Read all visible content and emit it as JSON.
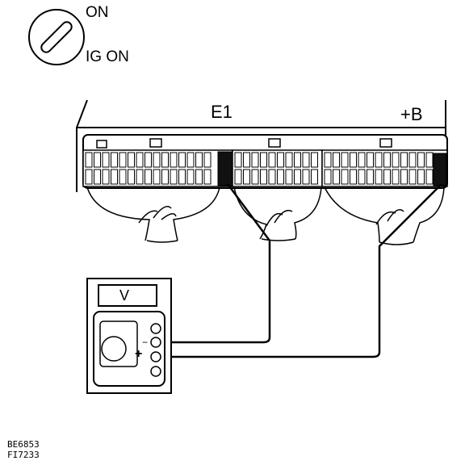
{
  "ignition": {
    "label_on": "ON",
    "label_ig_on": "IG ON"
  },
  "connector": {
    "label_e1": "E1",
    "label_b": "+B"
  },
  "voltmeter": {
    "display": "V",
    "minus": "−",
    "plus": "+"
  },
  "figure_codes": [
    "BE6853",
    "FI7233"
  ]
}
